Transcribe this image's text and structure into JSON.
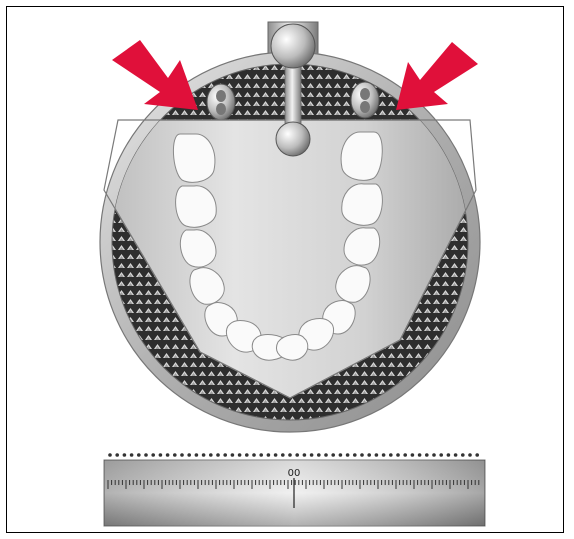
{
  "diagram": {
    "scale_label": "00",
    "colors": {
      "arrow": "#e0103a",
      "plate_light": "#dcdcdc",
      "plate_dark": "#3a3a3a",
      "rim": "#b8b8b8",
      "tray": "#d4d4d4",
      "tooth": "#fafafa",
      "tooth_outline": "#8a8a8a"
    },
    "icons": [
      "red-arrow-left",
      "red-arrow-right",
      "screw-left",
      "screw-right",
      "pin-post"
    ]
  }
}
